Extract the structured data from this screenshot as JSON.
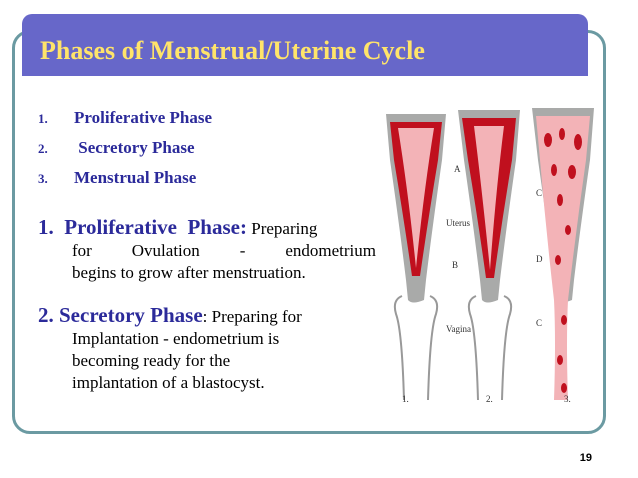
{
  "slide": {
    "title": "Phases of Menstrual/Uterine Cycle",
    "page_number": "19",
    "phases": [
      {
        "num": "1.",
        "label": "Proliferative Phase"
      },
      {
        "num": "2.",
        "label": " Secretory Phase"
      },
      {
        "num": "3.",
        "label": "Menstrual Phase"
      }
    ],
    "para1": {
      "lead": "1.  Proliferative  Phase",
      "colon": ":",
      "line1_rest": " Preparing",
      "line2": "for    Ovulation  -  endometrium",
      "line3": "begins to grow after menstruation."
    },
    "para2": {
      "lead": "2. Secretory Phase",
      "line1_rest": ": Preparing for",
      "line2": "Implantation - endometrium is",
      "line3": "becoming ready for the",
      "line4": "implantation of a blastocyst."
    },
    "diagram": {
      "labels": [
        "A",
        "Uterus",
        "B",
        "Vagina",
        "C",
        "D",
        "C",
        "1.",
        "2.",
        "3."
      ],
      "colors": {
        "tissue": "#a9aaa9",
        "endometrium": "#c0101e",
        "lining": "#f3b3b7"
      }
    }
  }
}
